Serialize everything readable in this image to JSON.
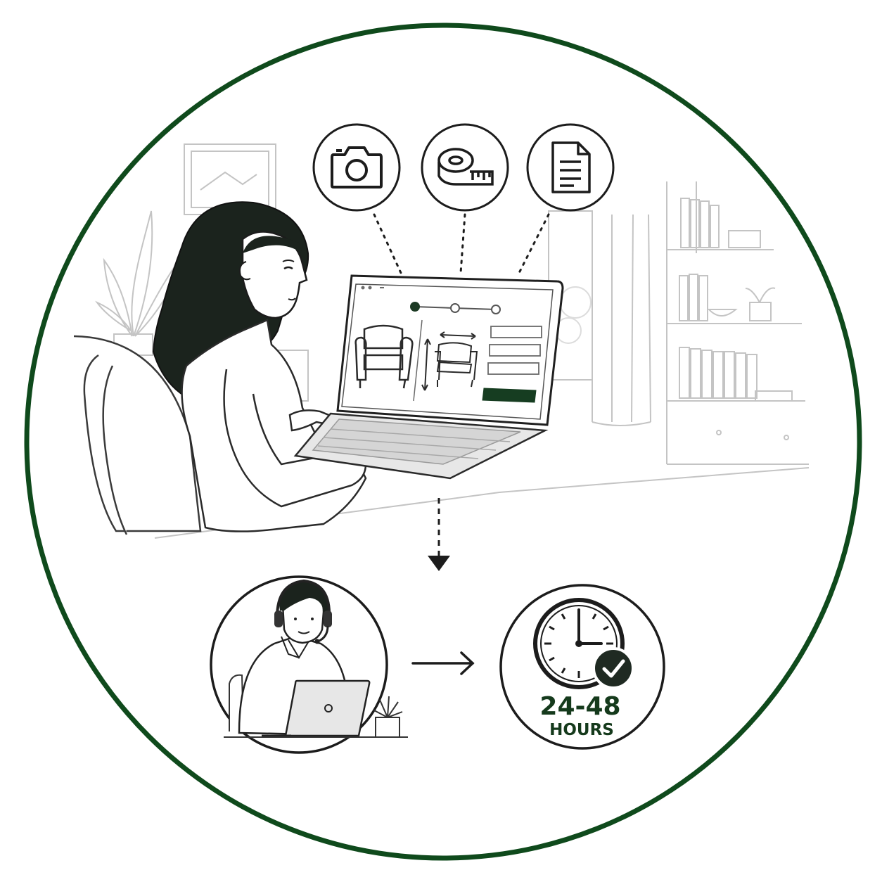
{
  "turnaround": {
    "value": "24-48",
    "unit": "HOURS"
  },
  "icons": {
    "step_1": "camera-icon",
    "step_2": "tape-measure-icon",
    "step_3": "document-icon",
    "expert": "support-agent-icon",
    "clock": "clock-icon",
    "check": "check-icon"
  },
  "form_steps": {
    "total": 3,
    "current": 1
  },
  "colors": {
    "frame": "#0f4a1c",
    "accent": "#163d21",
    "line": "#222222",
    "light_line": "#bdbdbd"
  }
}
